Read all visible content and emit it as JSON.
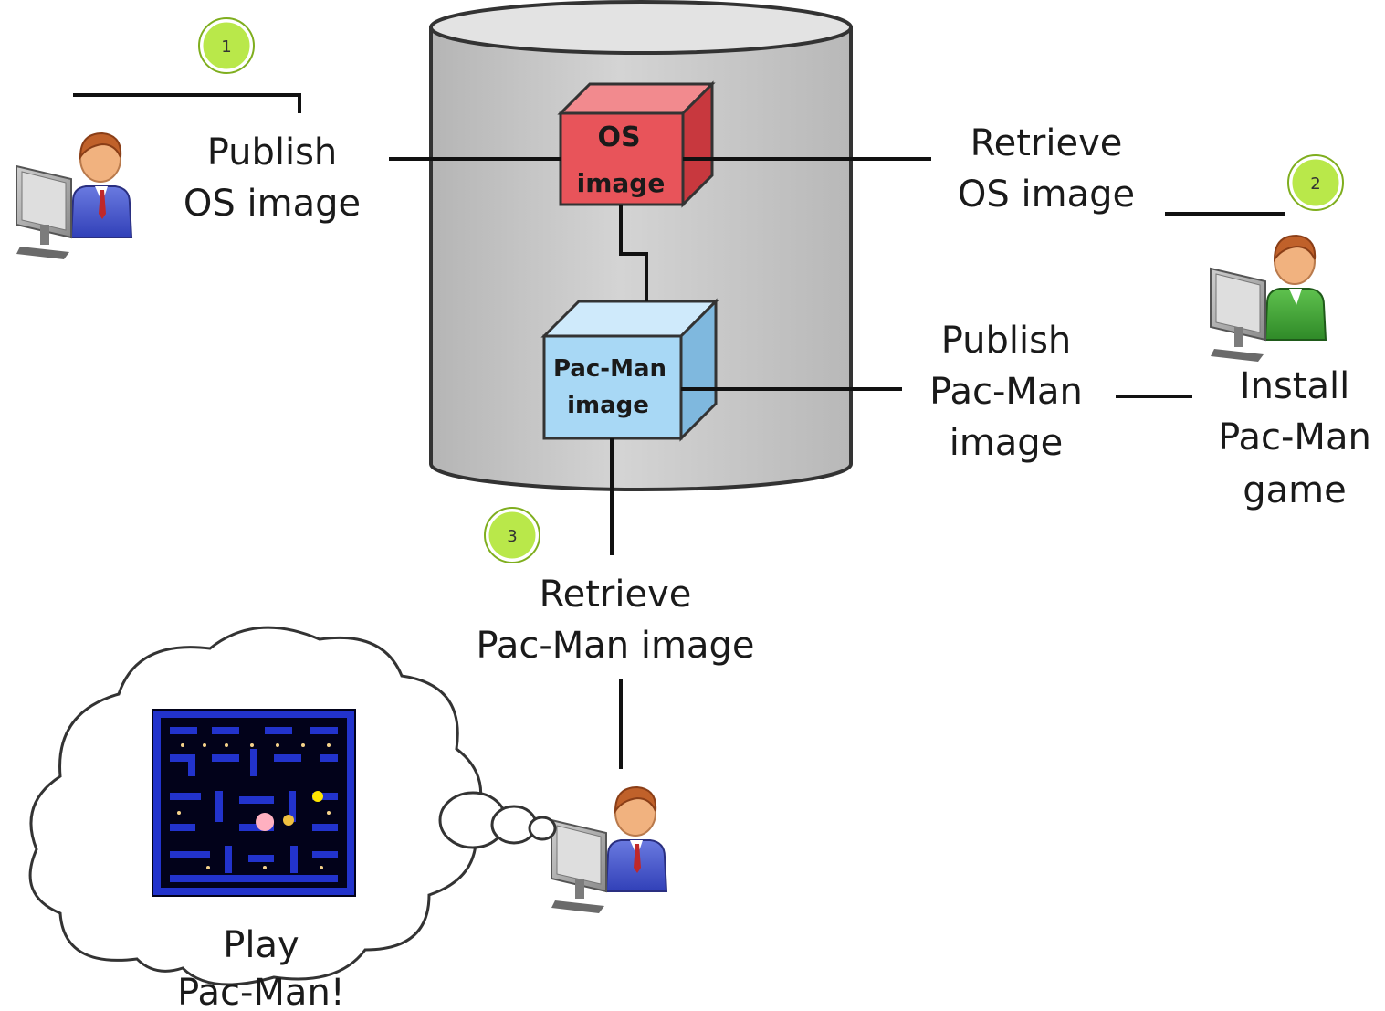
{
  "labels": {
    "publish_os": [
      "Publish",
      "OS image"
    ],
    "retrieve_os": [
      "Retrieve",
      "OS image"
    ],
    "publish_pacman": [
      "Publish",
      "Pac-Man",
      "image"
    ],
    "install_pacman": [
      "Install",
      "Pac-Man",
      "game"
    ],
    "retrieve_pacman": [
      "Retrieve",
      "Pac-Man image"
    ],
    "play_pacman": [
      "Play",
      "Pac-Man!"
    ]
  },
  "boxes": {
    "os_image": [
      "OS",
      "image"
    ],
    "pacman_image": [
      "Pac-Man",
      "image"
    ]
  },
  "steps": [
    "1",
    "2",
    "3"
  ],
  "colors": {
    "repository": "#c9c9c9",
    "os_box": "#e8545a",
    "pacman_box": "#a8d8f5",
    "step_badge": "#b9e84a",
    "maze_bg": "#02021a",
    "maze_wall": "#2233cc"
  },
  "icons": [
    "user-at-computer-icon",
    "database-cylinder-icon",
    "thought-cloud-icon",
    "pacman-screenshot-icon"
  ]
}
